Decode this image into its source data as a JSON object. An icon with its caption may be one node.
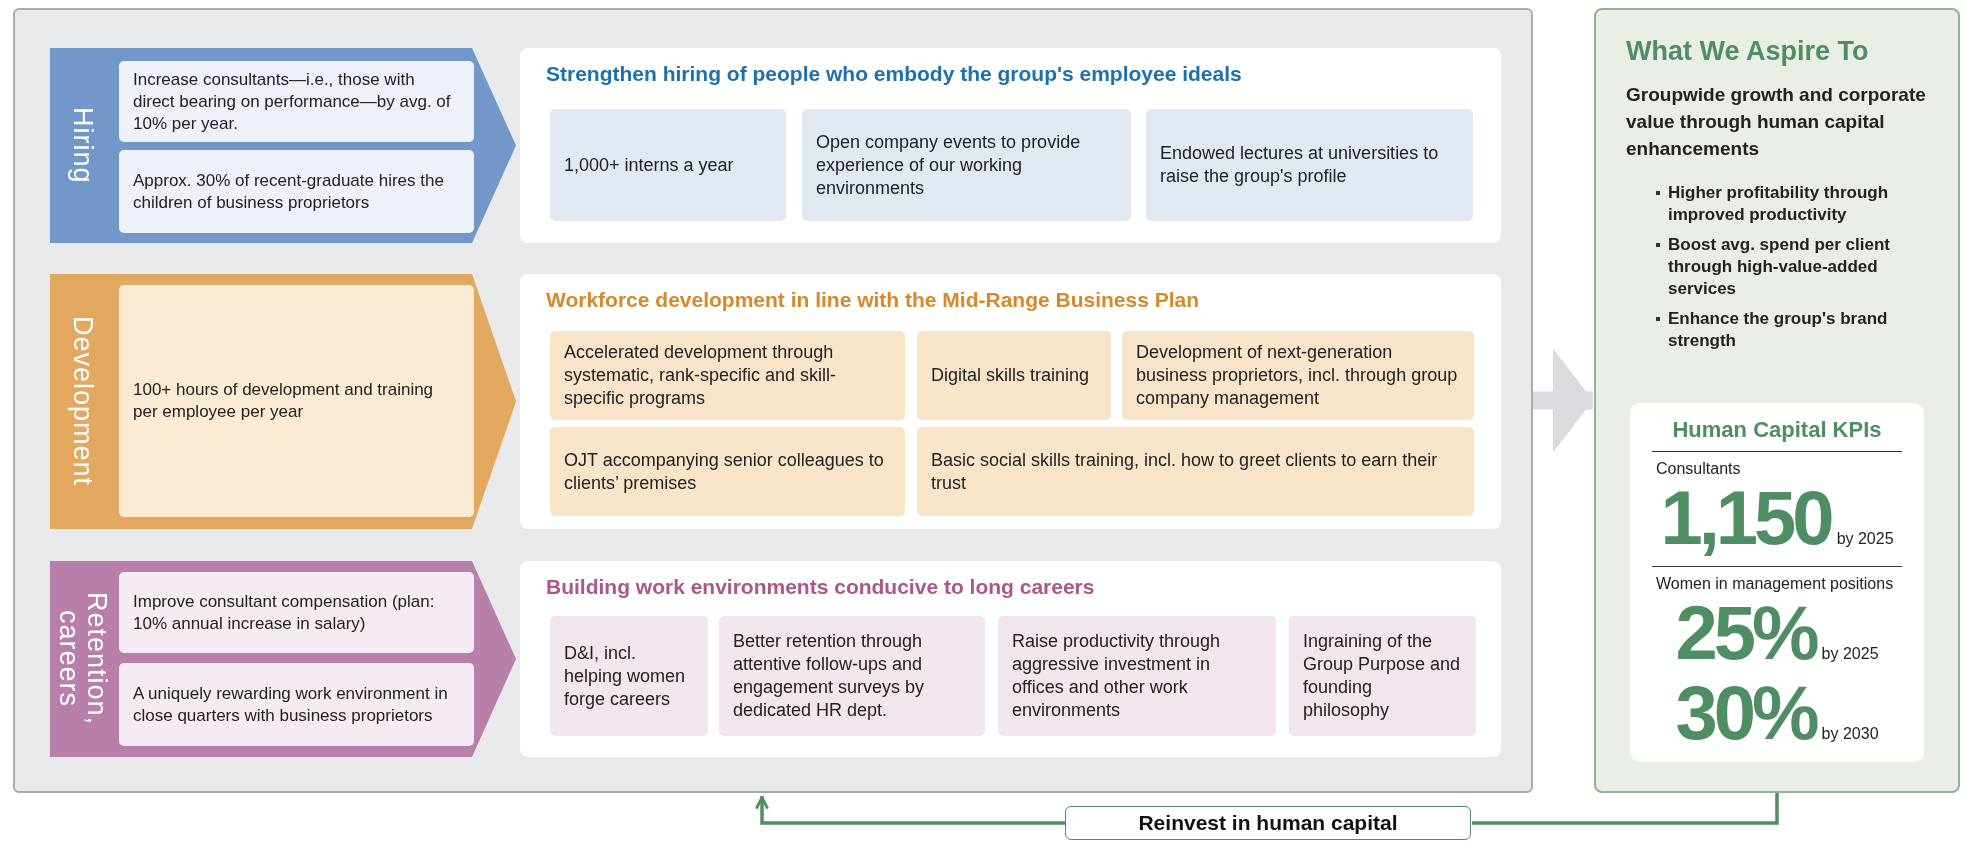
{
  "diagram": {
    "nodes": [
      {
        "text": [],
        "shape": "box"
      },
      {
        "text": [
          "Hiring"
        ],
        "in": 0
      },
      {
        "text": [
          "Increase consultants—i.e., those with direct bearing on performance—by avg. of 10% per year."
        ],
        "in": 1
      },
      {
        "text": [
          "Approx. 30% of recent-graduate hires the children of business proprietors"
        ],
        "in": 1
      },
      {
        "text": [
          "Strengthen hiring of people who embody the group's employee ideals"
        ],
        "in": 0
      },
      {
        "text": [
          "1,000+ interns a year"
        ],
        "in": 4
      },
      {
        "text": [
          "Open company events to provide experience of our working environments"
        ],
        "in": 4
      },
      {
        "text": [
          "Endowed lectures at universities to raise the group's profile"
        ],
        "in": 4
      },
      {
        "text": [
          "Development"
        ],
        "in": 0
      },
      {
        "text": [
          "100+ hours of development and training per employee per year"
        ],
        "in": 8
      },
      {
        "text": [
          "Workforce development in line with the Mid-Range Business Plan"
        ],
        "in": 0
      },
      {
        "text": [
          "Accelerated development through systematic, rank-specific and skill-specific programs"
        ],
        "in": 10
      },
      {
        "text": [
          "Digital skills training"
        ],
        "in": 10
      },
      {
        "text": [
          "Development of next-generation business proprietors, incl. through group company management"
        ],
        "in": 10
      },
      {
        "text": [
          "OJT accompanying senior colleagues to clients’ premises"
        ],
        "in": 10
      },
      {
        "text": [
          "Basic social skills training, incl. how to greet clients to earn their trust"
        ],
        "in": 10
      },
      {
        "text": [
          "Retention, careers"
        ],
        "in": 0
      },
      {
        "text": [
          "Improve consultant compensation (plan: 10% annual increase in salary)"
        ],
        "in": 16
      },
      {
        "text": [
          "A uniquely rewarding work environment in close quarters with business proprietors"
        ],
        "in": 16
      },
      {
        "text": [
          "Building work environments conducive to long careers"
        ],
        "in": 0
      },
      {
        "text": [
          "D&I, incl. helping women forge careers"
        ],
        "in": 19
      },
      {
        "text": [
          "Better retention through attentive follow-ups and engagement surveys by dedicated HR dept."
        ],
        "in": 19
      },
      {
        "text": [
          "Raise productivity through aggressive investment in offices and other work environments"
        ],
        "in": 19
      },
      {
        "text": [
          "Ingraining of the Group Purpose and founding philosophy"
        ],
        "in": 19
      },
      {
        "text": [
          "What We Aspire To",
          "Groupwide growth and corporate value through human capital enhancements",
          "Higher profitability through improved productivity",
          "Boost avg. spend per client through high-value-added services",
          "Enhance the group's brand strength"
        ]
      },
      {
        "text": [
          "Human Capital KPIs",
          "Consultants",
          "1,150",
          "by 2025",
          "Women in management positions",
          "25%",
          "by 2025",
          "30%",
          "by 2030"
        ],
        "in": 24
      },
      {
        "text": [
          "Reinvest in human capital"
        ]
      }
    ],
    "edges": [
      {
        "from": 0,
        "to": 24,
        "arrow": "to",
        "style": "thick",
        "color": "#d9dbde"
      },
      {
        "from": 24,
        "to": 26,
        "arrow": "none"
      },
      {
        "from": 26,
        "to": 0,
        "arrow": "to"
      }
    ]
  }
}
